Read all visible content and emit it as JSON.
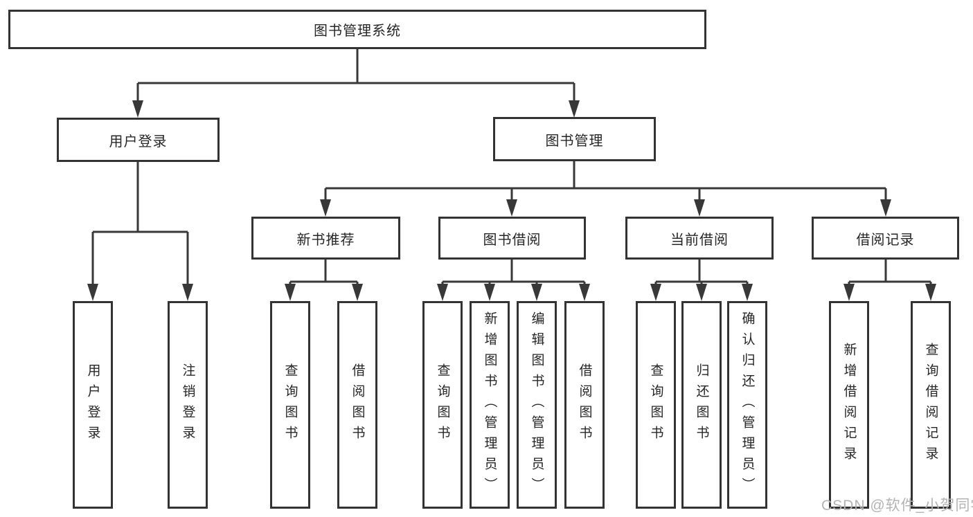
{
  "diagram": {
    "root": "图书管理系统",
    "branches": [
      {
        "label": "用户登录",
        "children": [
          "用户登录",
          "注销登录"
        ]
      },
      {
        "label": "图书管理",
        "groups": [
          {
            "label": "新书推荐",
            "children": [
              "查询图书",
              "借阅图书"
            ]
          },
          {
            "label": "图书借阅",
            "children": [
              "查询图书",
              "新增图书（管理员）",
              "编辑图书（管理员）",
              "借阅图书"
            ]
          },
          {
            "label": "当前借阅",
            "children": [
              "查询图书",
              "归还图书",
              "确认归还（管理员）"
            ]
          },
          {
            "label": "借阅记录",
            "children": [
              "新增借阅记录",
              "查询借阅记录"
            ]
          }
        ]
      }
    ],
    "line_color": "#383838",
    "watermark": "CSDN @软件_小贺同学"
  }
}
